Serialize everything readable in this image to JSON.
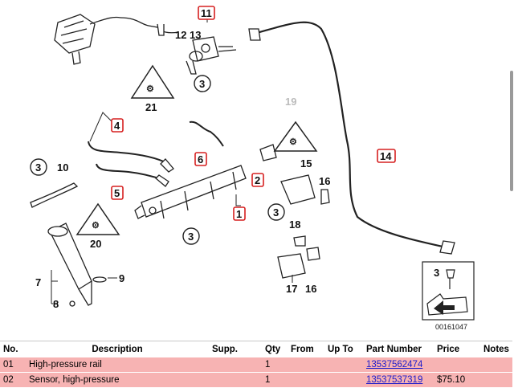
{
  "diagram": {
    "callouts_boxed": [
      "11",
      "4",
      "6",
      "2",
      "14",
      "5",
      "1"
    ],
    "callouts_circled": [
      "3",
      "3",
      "3",
      "3"
    ],
    "labels_plain": [
      "12",
      "13",
      "21",
      "10",
      "19",
      "15",
      "16",
      "20",
      "18",
      "7",
      "9",
      "8",
      "17",
      "16"
    ],
    "legend_qty": "3",
    "ref_code": "00161047",
    "colors": {
      "callout_border": "#d62020",
      "row_fill": "#f7b3b3",
      "link": "#1a1acc"
    }
  },
  "table": {
    "headers": [
      "No.",
      "Description",
      "Supp.",
      "Qty",
      "From",
      "Up To",
      "Part Number",
      "Price",
      "Notes"
    ],
    "rows": [
      {
        "no": "01",
        "description": "High-pressure rail",
        "supp": "",
        "qty": "1",
        "from": "",
        "upto": "",
        "part_number": "13537562474",
        "price": "",
        "notes": ""
      },
      {
        "no": "02",
        "description": "Sensor, high-pressure",
        "supp": "",
        "qty": "1",
        "from": "",
        "upto": "",
        "part_number": "13537537319",
        "price": "$75.10",
        "notes": ""
      }
    ]
  }
}
